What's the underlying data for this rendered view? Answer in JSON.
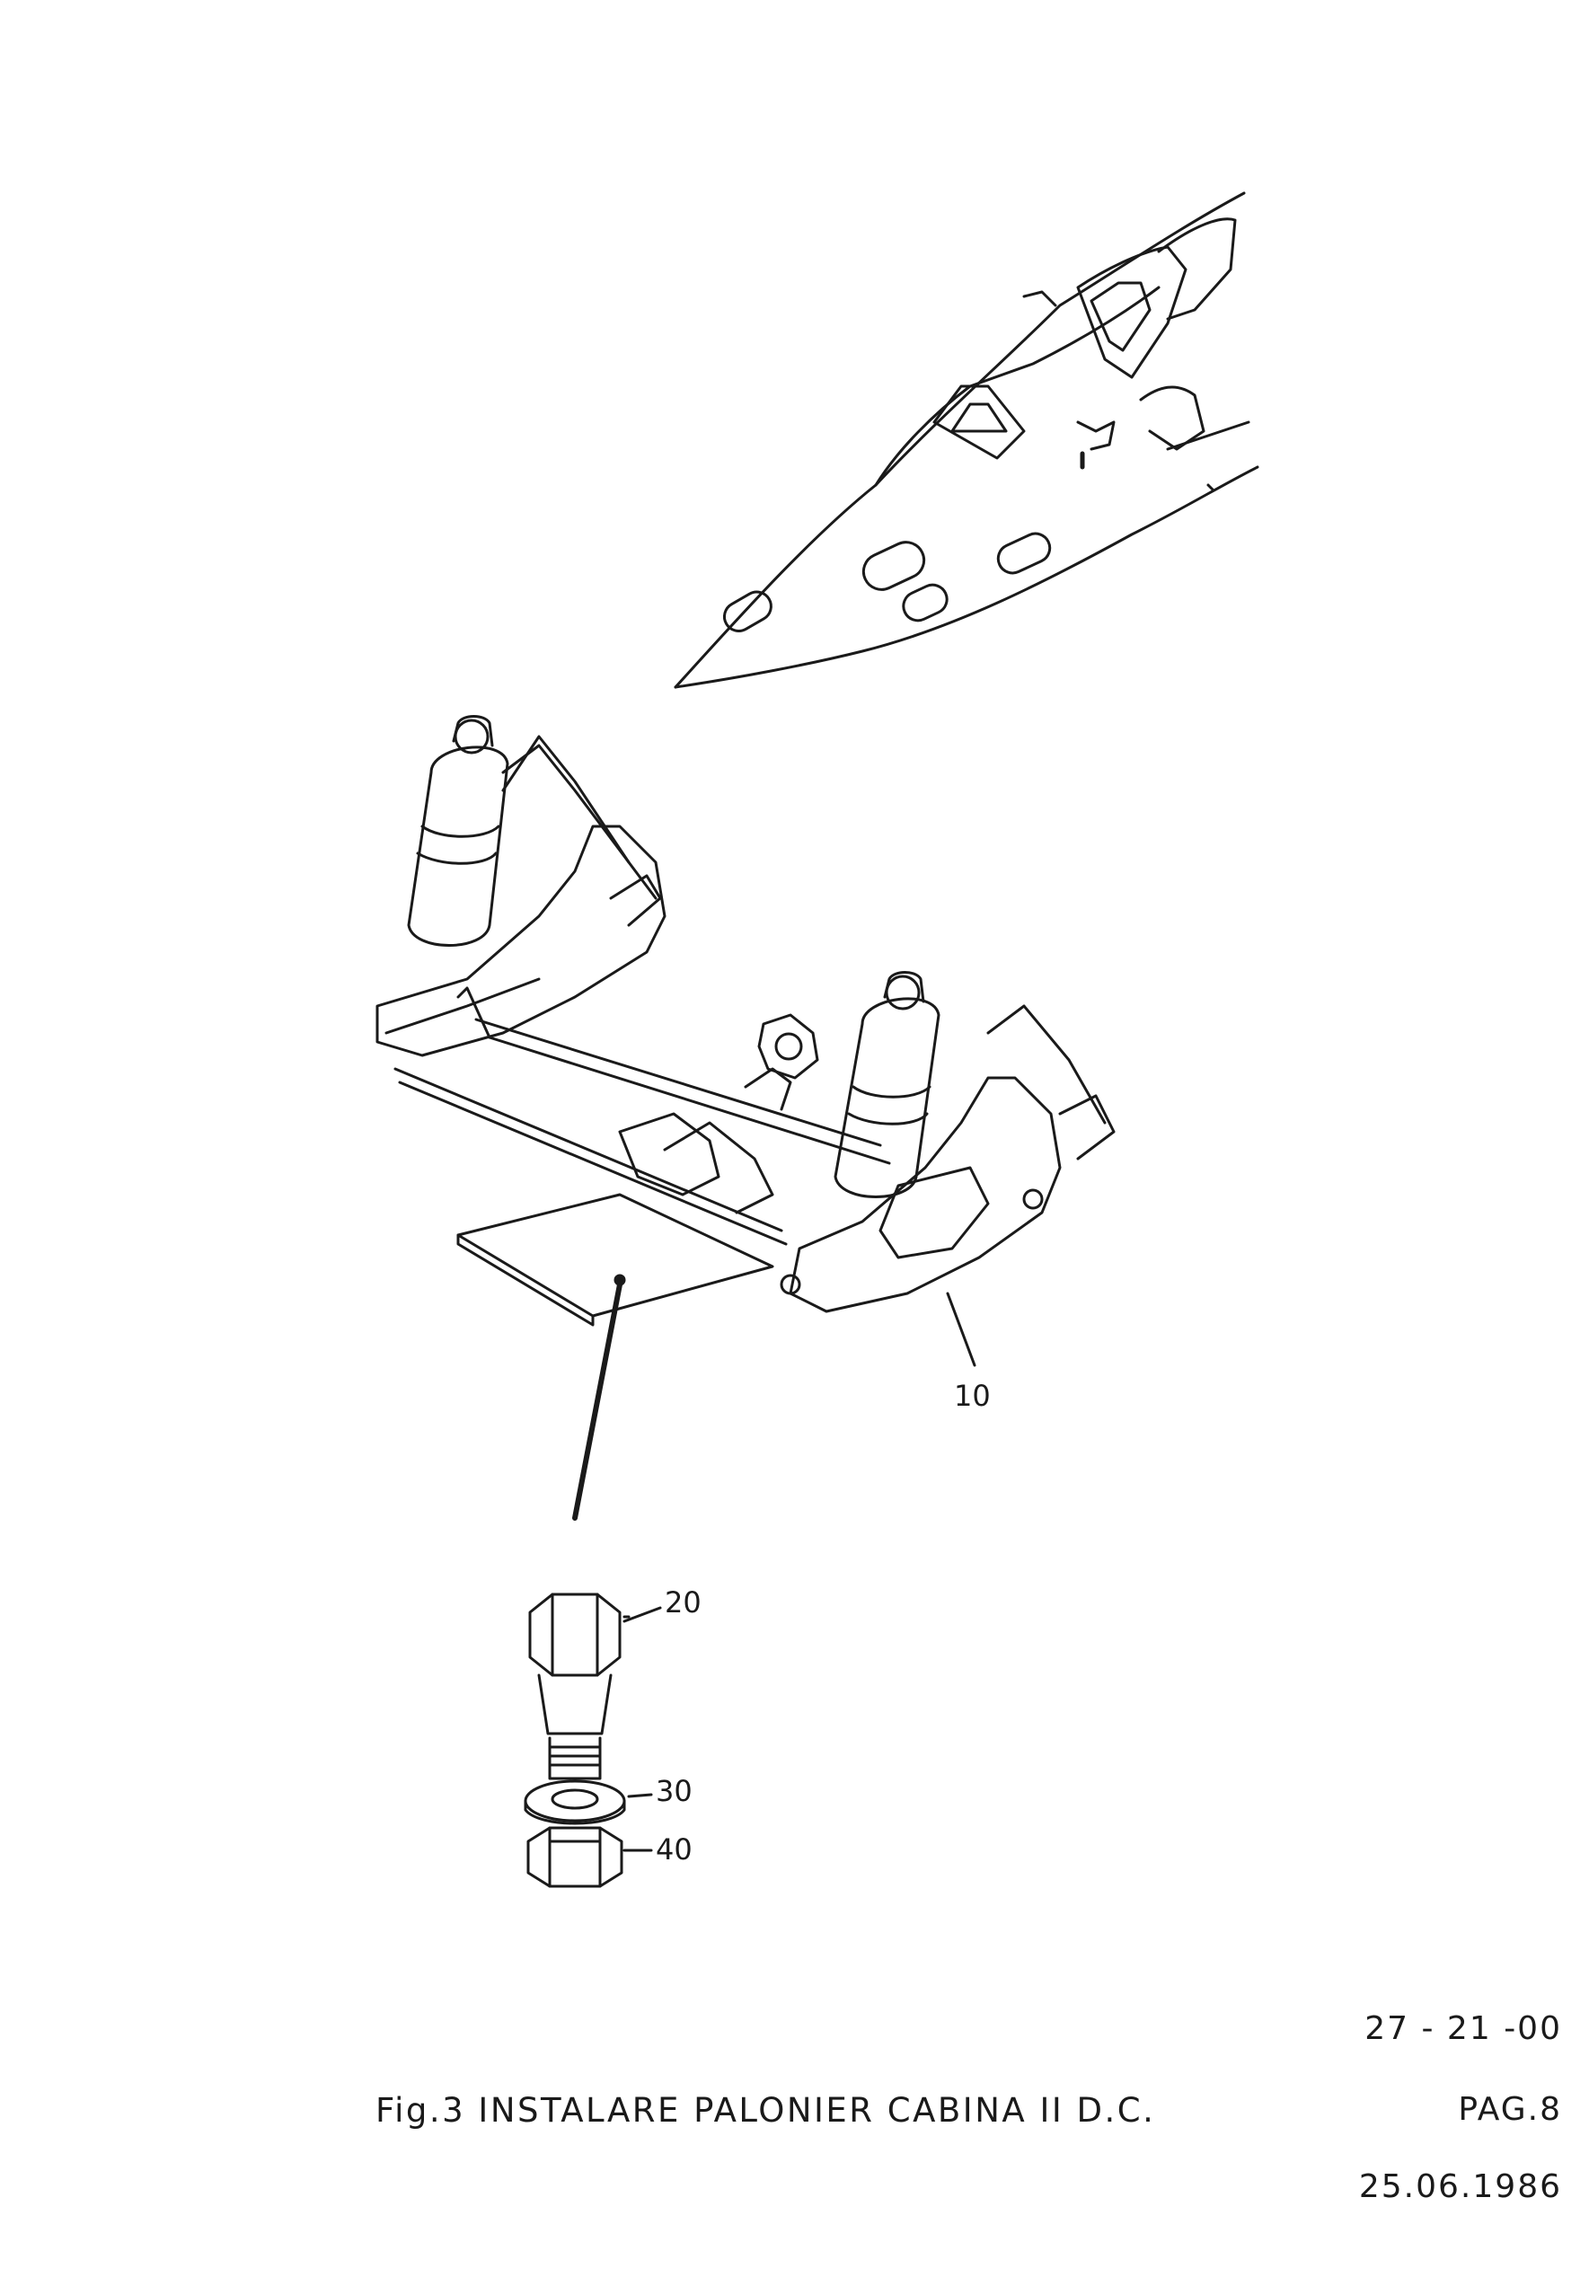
{
  "figure": {
    "caption": "Fig.3 INSTALARE PALONIER CABINA II D.C.",
    "callouts": {
      "item_10": "10",
      "item_20": "20",
      "item_30": "30",
      "item_40": "40"
    }
  },
  "page_meta": {
    "chapter_ref": "27 - 21 -00",
    "page": "PAG.8",
    "date": "25.06.1986"
  },
  "colors": {
    "ink": "#1a1a1a",
    "paper": "#ffffff"
  }
}
